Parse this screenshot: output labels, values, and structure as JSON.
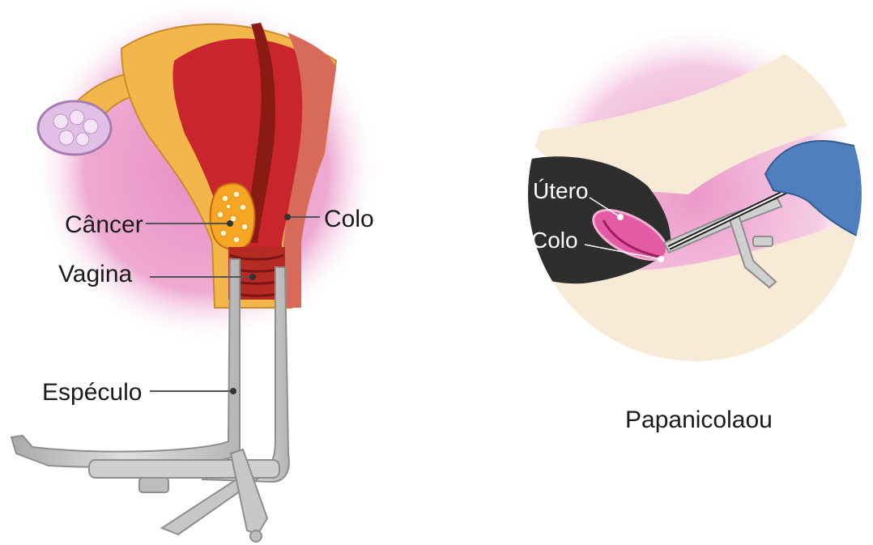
{
  "left_panel": {
    "labels": {
      "cancer": "Câncer",
      "colo": "Colo",
      "vagina": "Vagina",
      "especulo": "Espéculo"
    }
  },
  "right_panel": {
    "labels": {
      "utero": "Útero",
      "colo": "Colo"
    },
    "caption": "Papanicolaou"
  },
  "colors": {
    "pink_glow": "#e98cc2",
    "uterus_outer": "#f3b64a",
    "uterus_inner": "#c8262c",
    "cervix": "#d86a5a",
    "speculum": "#c9c9c9",
    "skin": "#f7ead6",
    "cavity": "#2e2e2e",
    "glove": "#4f7fbf",
    "tumor": "#f6a623"
  }
}
